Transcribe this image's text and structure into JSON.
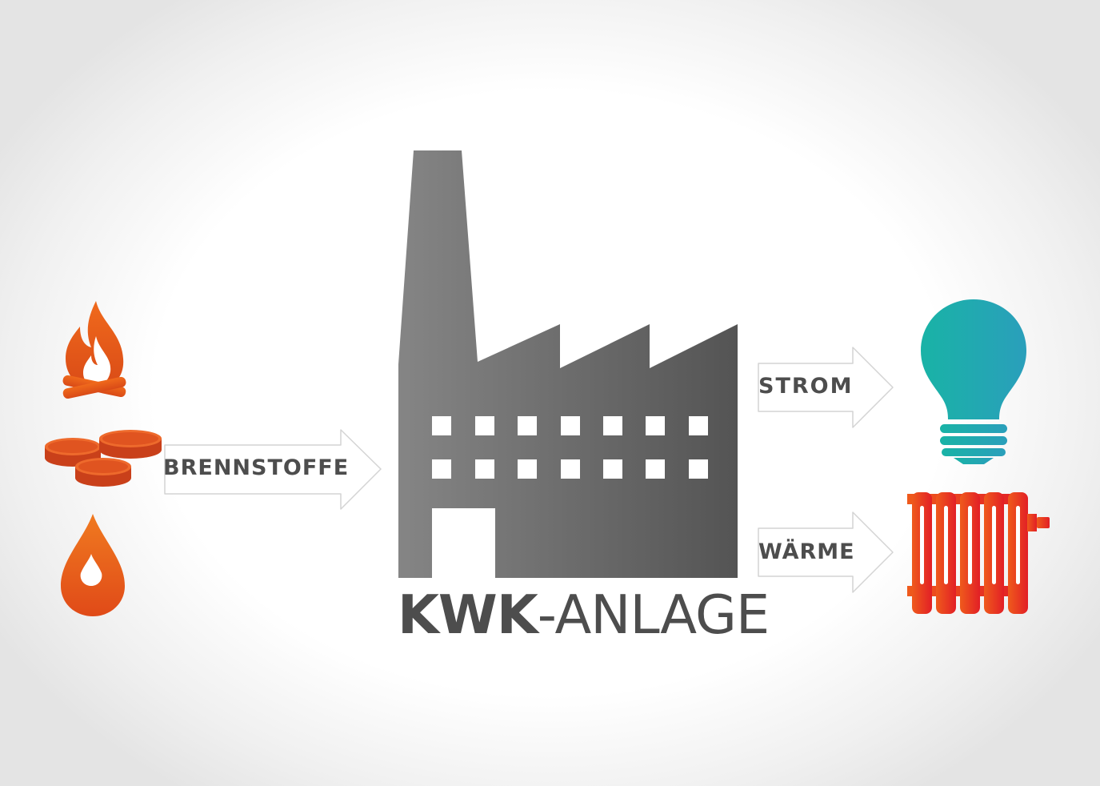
{
  "inputs": {
    "label": "BRENNSTOFFE",
    "icons": [
      "campfire-icon",
      "coal-pellets-icon",
      "oil-drop-icon"
    ],
    "color": "#e8521a"
  },
  "plant": {
    "title_bold": "KWK",
    "title_sep": "-",
    "title_rest": "ANLAGE",
    "icon": "factory-icon",
    "color": "#666666"
  },
  "outputs": [
    {
      "label": "STROM",
      "icon": "lightbulb-icon",
      "color": "#1fa9ad"
    },
    {
      "label": "WÄRME",
      "icon": "radiator-icon",
      "color": "#e6401f"
    }
  ]
}
